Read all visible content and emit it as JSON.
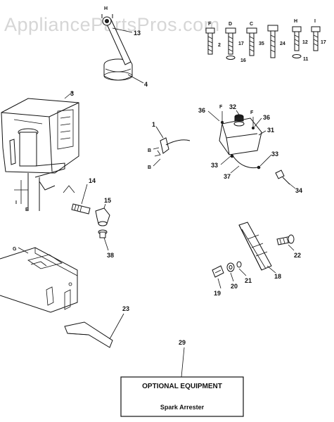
{
  "watermark": "AppliancePartsPros.com",
  "callouts": {
    "p1": "1",
    "p3": "3",
    "p4": "4",
    "p11": "11",
    "p12": "12",
    "p13": "13",
    "p14": "14",
    "p15": "15",
    "p16": "16",
    "p17a": "17",
    "p17b": "17",
    "p18": "18",
    "p19": "19",
    "p2": "2",
    "p20": "20",
    "p21": "21",
    "p22": "22",
    "p23": "23",
    "p24": "24",
    "p29": "29",
    "p31": "31",
    "p32": "32",
    "p33a": "33",
    "p33b": "33",
    "p34": "34",
    "p35": "35",
    "p36a": "36",
    "p36b": "36",
    "p37": "37",
    "p38": "38"
  },
  "letters": {
    "H_top": "H",
    "H_bolt": "H",
    "I_bolt": "I",
    "F_left": "F",
    "F_right": "F",
    "B_top": "B",
    "B_bot": "B",
    "E": "E",
    "G": "G",
    "I_left": "I",
    "bolt_small_1": "F",
    "bolt_small_2": "D",
    "bolt_small_3": "C"
  },
  "optional_box": {
    "title": "OPTIONAL EQUIPMENT",
    "item": "Spark Arrester"
  }
}
